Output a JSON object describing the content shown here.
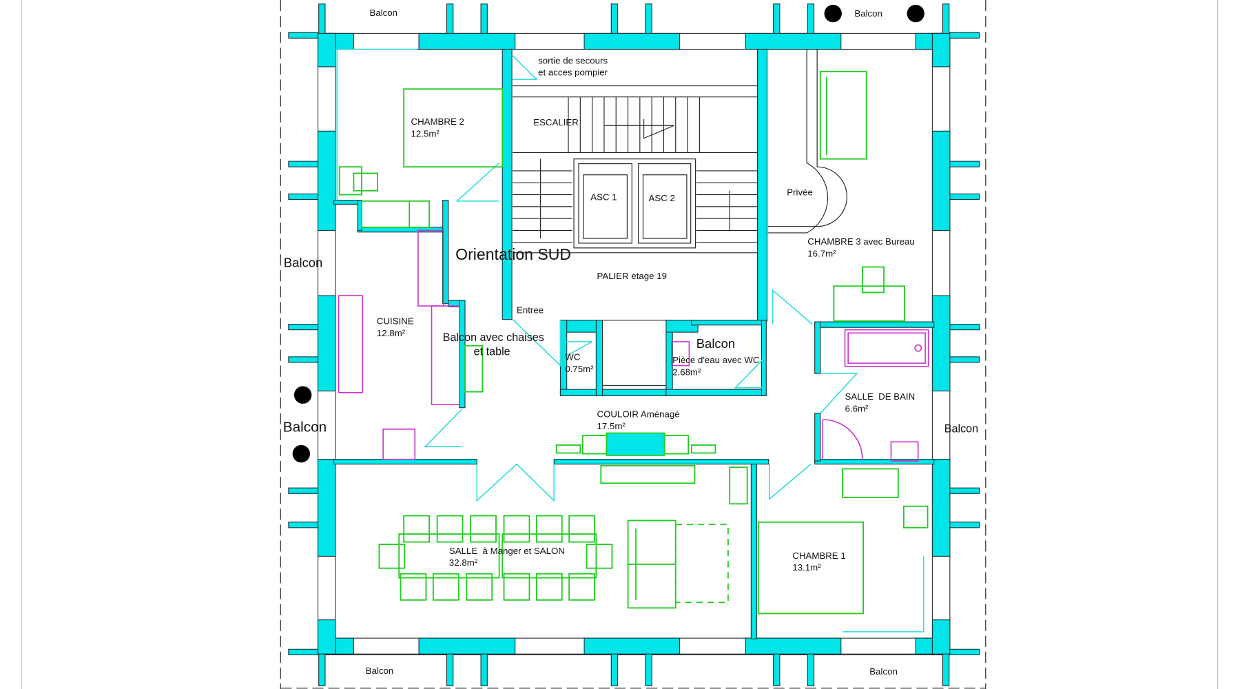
{
  "plan": {
    "orientation": "Orientation SUD",
    "balconies": {
      "top_left": "Balcon",
      "top_right": "Balcon",
      "left_upper": "Balcon",
      "left_lower": "Balcon",
      "right": "Balcon",
      "bottom_left": "Balcon",
      "bottom_right": "Balcon",
      "inner": "Balcon",
      "terrace_line1": "Balcon avec chaises",
      "terrace_line2": "et table"
    },
    "emergency_exit": {
      "line1": "sortie de secours",
      "line2": "et acces pompier"
    },
    "stairs": "ESCALIER",
    "elevators": [
      "ASC 1",
      "ASC 2"
    ],
    "landing": "PALIER etage 19",
    "entrance": "Entree",
    "private": "Privée",
    "rooms": [
      {
        "name": "CHAMBRE 2",
        "area": "12.5m²"
      },
      {
        "name": "CUISINE",
        "area": "12.8m²"
      },
      {
        "name": "CHAMBRE 3 avec Bureau",
        "area": "16.7m²"
      },
      {
        "name": "WC",
        "area": "0.75m²"
      },
      {
        "name": "Pièce d'eau avec WC",
        "area": "2.68m²"
      },
      {
        "name": "SALLE  DE BAIN",
        "area": "6.6m²"
      },
      {
        "name": "COULOIR Aménagé",
        "area": "17.5m²"
      },
      {
        "name": "SALLE  à Manger et SALON",
        "area": "32.8m²"
      },
      {
        "name": "CHAMBRE 1",
        "area": "13.1m²"
      }
    ],
    "colors": {
      "wall": "#00e5e8",
      "furniture": "#22cc22",
      "sanitary": "#cc33cc",
      "door": "#33dddd"
    }
  }
}
